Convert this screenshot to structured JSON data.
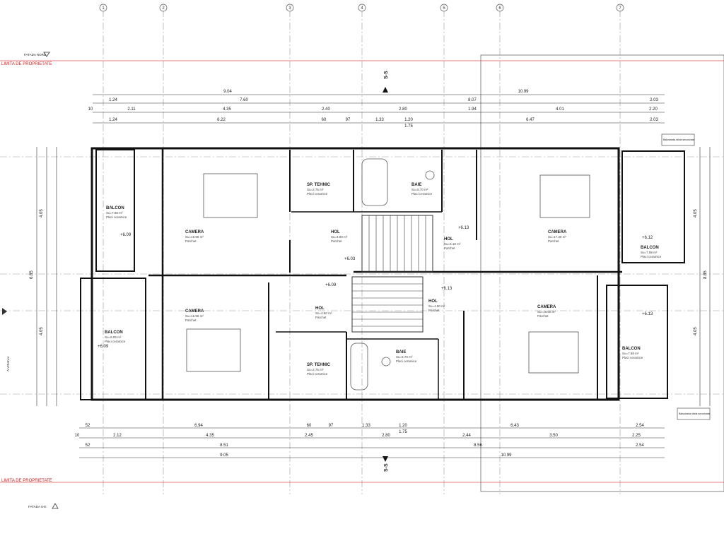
{
  "limits": {
    "top": "LIMITA DE PROPRIETATE",
    "bottom": "LIMITA DE PROPRIETATE"
  },
  "facade": {
    "top": "FATADA NORD",
    "bottom": "FATADA S-E",
    "left": "FATADA V"
  },
  "section_marks": {
    "top": "S-S",
    "bottom": "S-S"
  },
  "dims_top": {
    "overall": [
      "9.04",
      "10.99"
    ],
    "row2": [
      "1.24",
      "7.60",
      "8.07",
      "2.03"
    ],
    "row3": [
      "10",
      "2.11",
      "4.35",
      "2.40",
      "2.80",
      "1.94",
      "4.01",
      "2.20"
    ],
    "row4": [
      "1.24",
      "6.22",
      "60",
      "97",
      "1.33",
      "1.20",
      "1.75",
      "6.47",
      "2.03"
    ]
  },
  "dims_bottom": {
    "row1": [
      "52",
      "6.94",
      "60",
      "97",
      "1.33",
      "1.20",
      "1.75",
      "6.43",
      "2.54"
    ],
    "row2": [
      "10",
      "2.12",
      "4.35",
      "2.45",
      "2.80",
      "2.44",
      "3.50",
      "2.25"
    ],
    "row3": [
      "52",
      "8.51",
      "8.56",
      "2.54"
    ],
    "overall": [
      "9.05",
      "10.99"
    ]
  },
  "dims_left": [
    "4.05",
    "4.05",
    "6.85"
  ],
  "dims_right": [
    "4.05",
    "4.05",
    "8.85"
  ],
  "rooms": [
    {
      "label": "BALCON",
      "area": "Su=7.88 m²",
      "finish": "Placi ceramice"
    },
    {
      "label": "CAMERA",
      "area": "Su=19.58 m²",
      "finish": "Parchet"
    },
    {
      "label": "SP. TEHNIC",
      "area": "Su=2.75 m²",
      "finish": "Placi ceramice"
    },
    {
      "label": "BAIE",
      "area": "Su=5.70 m²",
      "finish": "Placi ceramice"
    },
    {
      "label": "HOL",
      "area": "Su=4.80 m²",
      "finish": "Parchet"
    },
    {
      "label": "HOL",
      "area": "Su=5.10 m²",
      "finish": "Parchet"
    },
    {
      "label": "CAMERA",
      "area": "Su=17.30 m²",
      "finish": "Parchet"
    },
    {
      "label": "BALCON",
      "area": "Su=7.88 m²",
      "finish": "Placi ceramice"
    },
    {
      "label": "BALCON",
      "area": "Su=8.05 m²",
      "finish": "Placi ceramice"
    },
    {
      "label": "CAMERA",
      "area": "Su=16.58 m²",
      "finish": "Parchet"
    },
    {
      "label": "HOL",
      "area": "Su=4.60 m²",
      "finish": "Parchet"
    },
    {
      "label": "SP. TEHNIC",
      "area": "Su=2.75 m²",
      "finish": "Placi ceramice"
    },
    {
      "label": "BAIE",
      "area": "Su=5.70 m²",
      "finish": "Placi ceramice"
    },
    {
      "label": "HOL",
      "area": "Su=4.90 m²",
      "finish": "Parchet"
    },
    {
      "label": "CAMERA",
      "area": "Su=19.60 m²",
      "finish": "Parchet"
    },
    {
      "label": "BALCON",
      "area": "Su=7.88 m²",
      "finish": "Placi ceramice"
    }
  ],
  "levels": [
    "+6.09",
    "+6.03",
    "+6.09",
    "+6.13",
    "+6.12",
    "+6.13",
    "+6.13",
    "+6.09"
  ],
  "axes": [
    "1",
    "2",
    "3",
    "4",
    "5",
    "6",
    "7"
  ],
  "notes": [
    "Balustrada sticla securizata",
    "Balustrada sticla securizata"
  ]
}
